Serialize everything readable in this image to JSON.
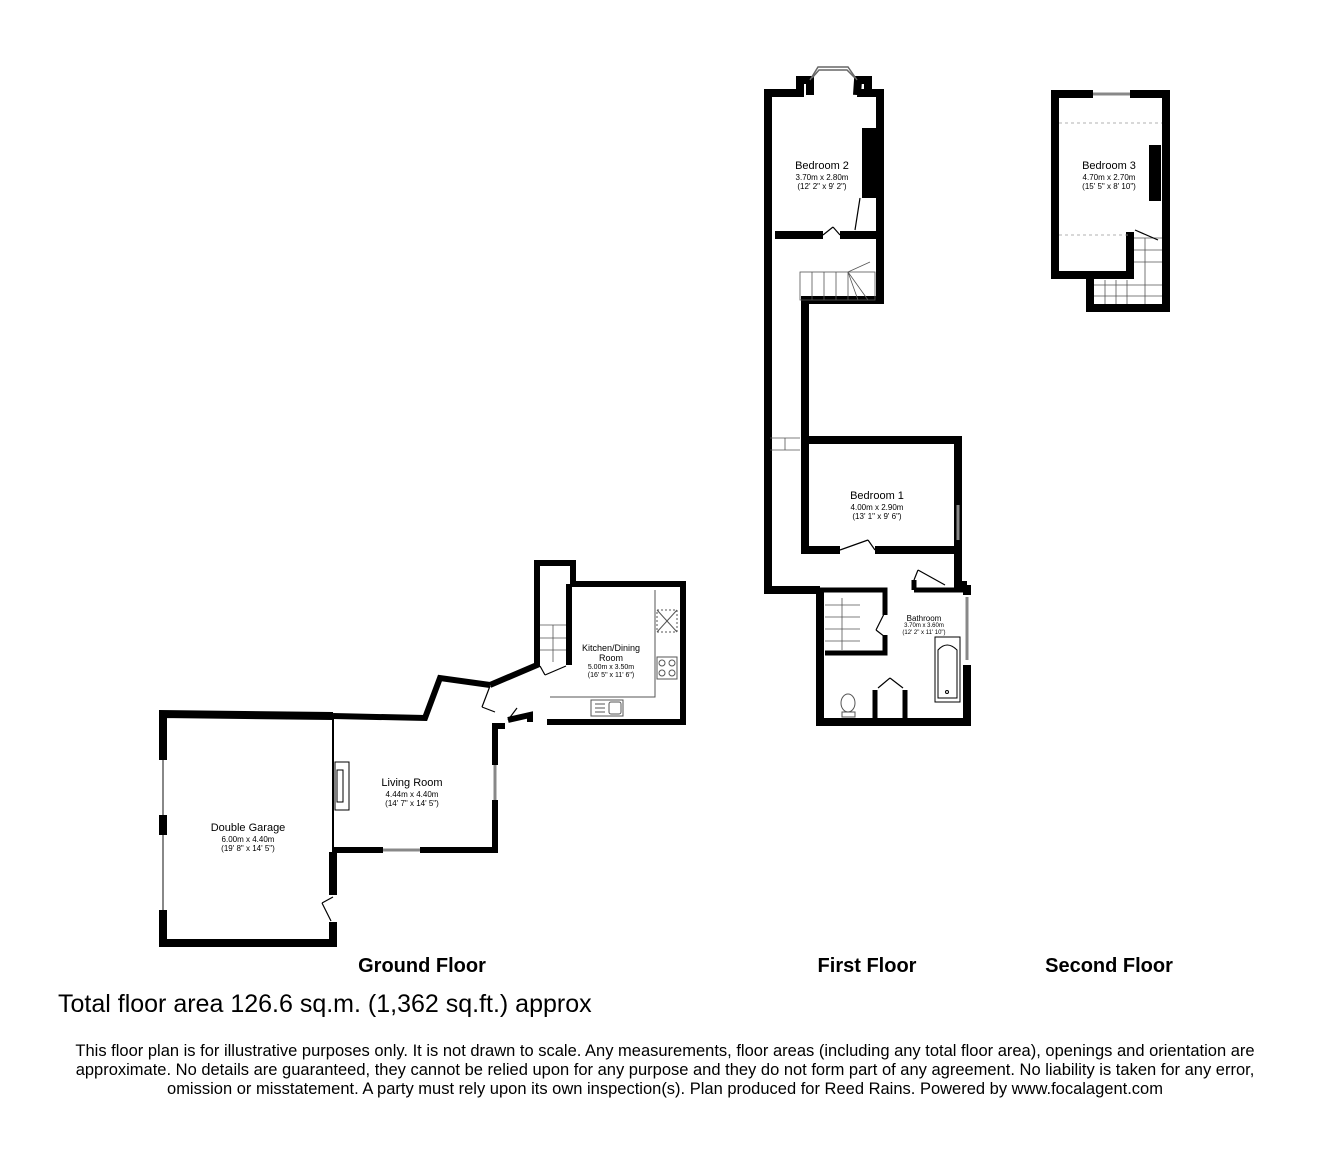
{
  "floors": [
    {
      "title": "Ground Floor",
      "rooms": [
        {
          "name": "Double Garage",
          "metric": "6.00m x 4.40m",
          "imperial": "(19' 8\" x 14' 5\")"
        },
        {
          "name": "Living Room",
          "metric": "4.44m x 4.40m",
          "imperial": "(14' 7\" x 14' 5\")"
        },
        {
          "name": "Kitchen/Dining Room",
          "name_line1": "Kitchen/Dining",
          "name_line2": "Room",
          "metric": "5.00m x 3.50m",
          "imperial": "(16' 5\" x 11' 6\")"
        }
      ]
    },
    {
      "title": "First Floor",
      "rooms": [
        {
          "name": "Bedroom 2",
          "metric": "3.70m x 2.80m",
          "imperial": "(12' 2\" x 9' 2\")"
        },
        {
          "name": "Bedroom 1",
          "metric": "4.00m x 2.90m",
          "imperial": "(13' 1\" x 9' 6\")"
        },
        {
          "name": "Bathroom",
          "metric": "3.70m x 3.60m",
          "imperial": "(12' 2\" x 11' 10\")"
        }
      ]
    },
    {
      "title": "Second Floor",
      "rooms": [
        {
          "name": "Bedroom 3",
          "metric": "4.70m x 2.70m",
          "imperial": "(15' 5\" x 8' 10\")"
        }
      ]
    }
  ],
  "total_area": "Total floor area 126.6 sq.m. (1,362 sq.ft.) approx",
  "disclaimer": "This floor plan is for illustrative purposes only. It is not drawn to scale. Any measurements, floor areas (including any total floor area), openings and orientation are approximate. No details are guaranteed, they cannot be relied upon for any purpose and they do not form part of any agreement. No liability is taken for any error, omission or misstatement. A party must rely upon its own inspection(s). Plan produced for Reed Rains. Powered by www.focalagent.com",
  "colors": {
    "wall": "#000000",
    "background": "#ffffff",
    "fixture": "#555555"
  }
}
